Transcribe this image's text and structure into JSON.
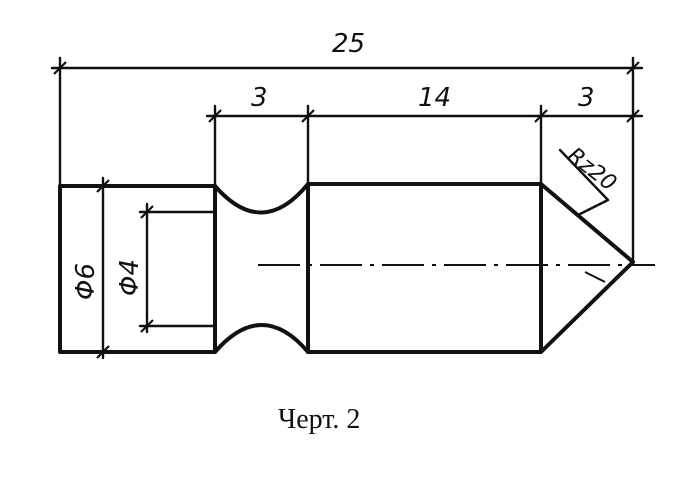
{
  "dimensions": {
    "total_length": "25",
    "neck_length": "3",
    "body_length": "14",
    "tip_length": "3",
    "head_diameter": "Φ6",
    "neck_diameter": "Φ4",
    "roughness": "Rz20"
  },
  "caption": "Черт. 2"
}
